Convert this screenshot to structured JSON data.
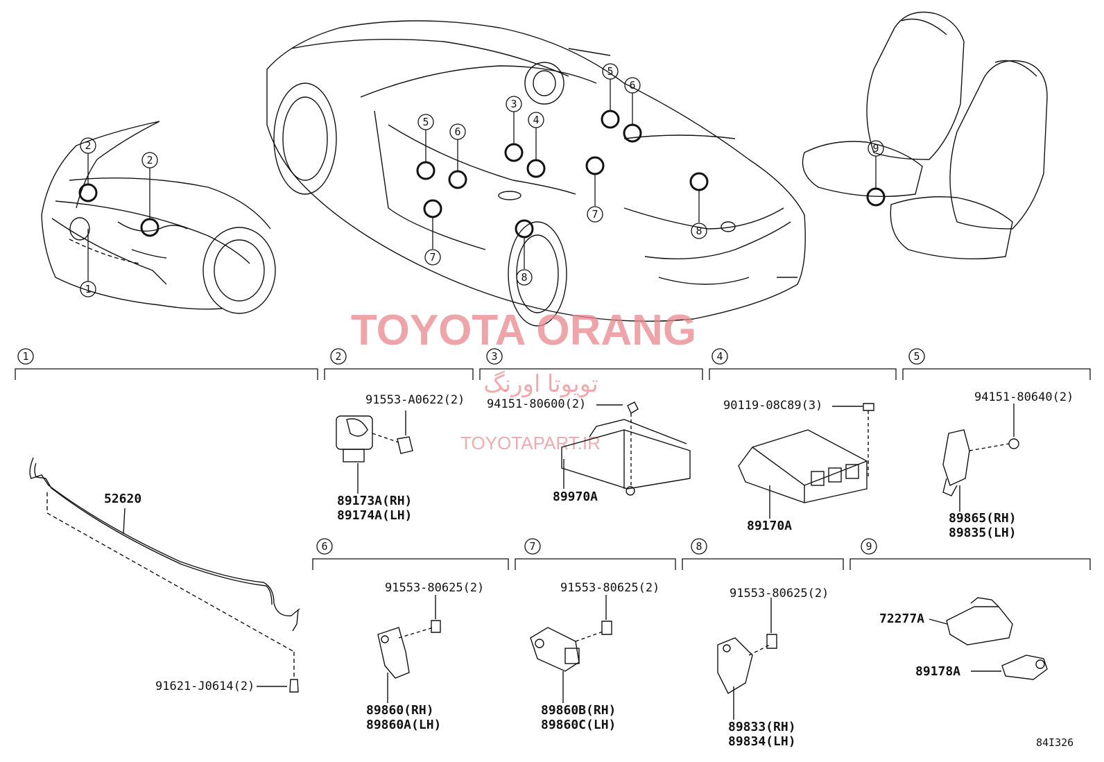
{
  "watermark": {
    "brand": "TOYOTA ORANG",
    "persian": "تویوتا اورنگ",
    "site": "TOYOTAPART.IR",
    "color": "#e8878c"
  },
  "diagram_code": "84I326",
  "callout_numbers": [
    "1",
    "2",
    "3",
    "4",
    "5",
    "6",
    "7",
    "8",
    "9"
  ],
  "sections": [
    {
      "n": "1",
      "parts": [
        "52620"
      ],
      "hardware": [
        "91621-J0614(2)"
      ]
    },
    {
      "n": "2",
      "parts": [
        "89173A(RH)",
        "89174A(LH)"
      ],
      "hardware": [
        "91553-A0622(2)"
      ]
    },
    {
      "n": "3",
      "parts": [
        "89970A"
      ],
      "hardware": [
        "94151-80600(2)"
      ]
    },
    {
      "n": "4",
      "parts": [
        "89170A"
      ],
      "hardware": [
        "90119-08C89(3)"
      ]
    },
    {
      "n": "5",
      "parts": [
        "89865(RH)",
        "89835(LH)"
      ],
      "hardware": [
        "94151-80640(2)"
      ]
    },
    {
      "n": "6",
      "parts": [
        "89860(RH)",
        "89860A(LH)"
      ],
      "hardware": [
        "91553-80625(2)"
      ]
    },
    {
      "n": "7",
      "parts": [
        "89860B(RH)",
        "89860C(LH)"
      ],
      "hardware": [
        "91553-80625(2)"
      ]
    },
    {
      "n": "8",
      "parts": [
        "89833(RH)",
        "89834(LH)"
      ],
      "hardware": [
        "91553-80625(2)"
      ]
    },
    {
      "n": "9",
      "parts": [
        "72277A",
        "89178A"
      ],
      "hardware": []
    }
  ],
  "style": {
    "line_color": "#111111",
    "background": "#ffffff"
  }
}
